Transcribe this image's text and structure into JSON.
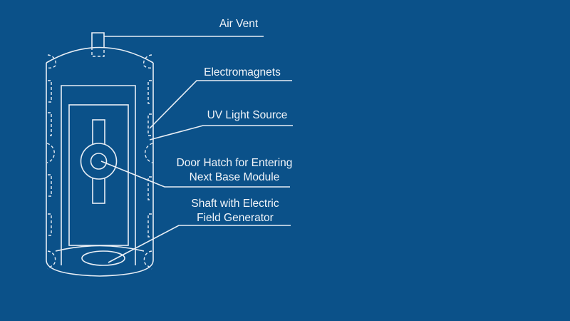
{
  "labels": {
    "air_vent": "Air Vent",
    "electromagnets": "Electromagnets",
    "uv_light": "UV Light Source",
    "door_hatch_1": "Door Hatch for Entering",
    "door_hatch_2": "Next Base Module",
    "shaft_1": "Shaft with Electric",
    "shaft_2": "Field Generator"
  },
  "colors": {
    "background": "#0b5189",
    "line": "#e8eef5"
  }
}
